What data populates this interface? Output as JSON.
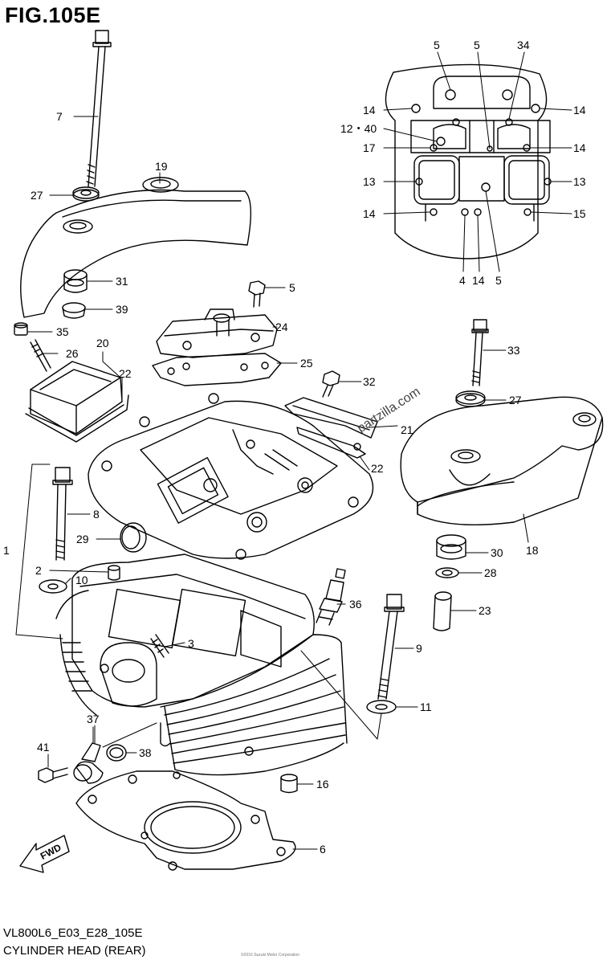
{
  "figure": {
    "title": "FIG.105E",
    "code": "VL800L6_E03_E28_105E",
    "name": "CYLINDER HEAD (REAR)",
    "watermark": "partzilla.com",
    "fine_print": "©2016 Suzuki Motor Corporation",
    "fwd_label": "FWD"
  },
  "callouts": {
    "c1": "1",
    "c2": "2",
    "c3": "3",
    "c4": "4",
    "c5a": "5",
    "c5b": "5",
    "c5c": "5",
    "c5d": "5",
    "c6": "6",
    "c7": "7",
    "c8": "8",
    "c9": "9",
    "c10": "10",
    "c11": "11",
    "c12_40": "12・40",
    "c13a": "13",
    "c13b": "13",
    "c14a": "14",
    "c14b": "14",
    "c14c": "14",
    "c14d": "14",
    "c14e": "14",
    "c15": "15",
    "c16": "16",
    "c17": "17",
    "c18": "18",
    "c19": "19",
    "c20": "20",
    "c21": "21",
    "c22a": "22",
    "c22b": "22",
    "c23": "23",
    "c24": "24",
    "c25": "25",
    "c26": "26",
    "c27a": "27",
    "c27b": "27",
    "c28": "28",
    "c29": "29",
    "c30": "30",
    "c31": "31",
    "c32": "32",
    "c33": "33",
    "c34": "34",
    "c35": "35",
    "c36": "36",
    "c37": "37",
    "c38": "38",
    "c39": "39",
    "c41": "41"
  },
  "colors": {
    "line": "#000000",
    "background": "#ffffff"
  }
}
